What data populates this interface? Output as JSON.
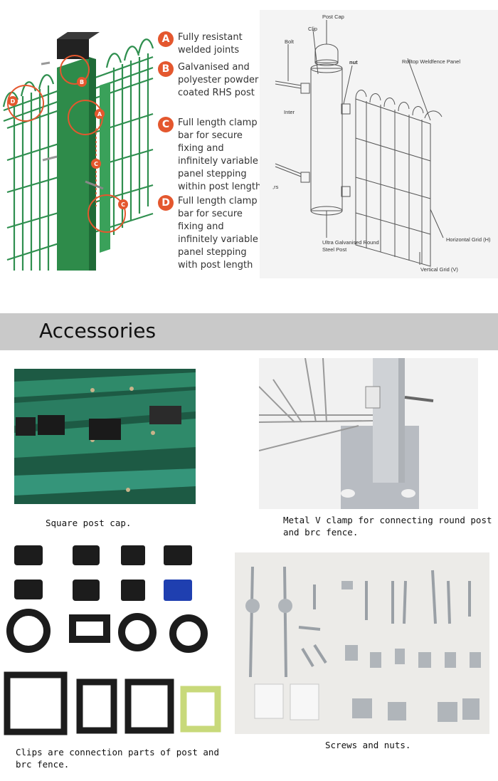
{
  "features": [
    {
      "letter": "A",
      "text": "Fully resistant welded joints"
    },
    {
      "letter": "B",
      "text": "Galvanised and polyester powder coated RHS post"
    },
    {
      "letter": "C",
      "text": "Full length clamp bar for secure fixing and infinitely variable panel stepping within post length"
    },
    {
      "letter": "D",
      "text": "Full length clamp bar for secure fixing and infinitely variable panel stepping with post length"
    }
  ],
  "diagram_labels": {
    "post_cap": "Post Cap",
    "clip": "Clip",
    "bolt": "Bolt",
    "nut": "nut",
    "rolltop": "Rolltop Weldfence Panel",
    "inter": "Inter",
    "rs": ",rs",
    "round_post": "Ultra Galvanised Round Steel Post",
    "horizontal": "Horizontal Grid (H)",
    "vertical": "Vertical Grid (V)"
  },
  "callout_letters": [
    "B",
    "A",
    "C",
    "C",
    "D"
  ],
  "banner_title": "Accessories",
  "captions": {
    "square_cap": "Square post cap.",
    "v_clamp": "Metal V clamp for connecting round post and brc fence.",
    "clips": "Clips are connection parts of post and brc fence.",
    "screws": "Screws and nuts."
  },
  "colors": {
    "fence_green": "#2e8b4a",
    "badge_orange": "#e4572e",
    "banner_gray": "#c9c9c9",
    "clip_blue": "#1f3fb0",
    "clip_lime": "#c8d97a"
  }
}
